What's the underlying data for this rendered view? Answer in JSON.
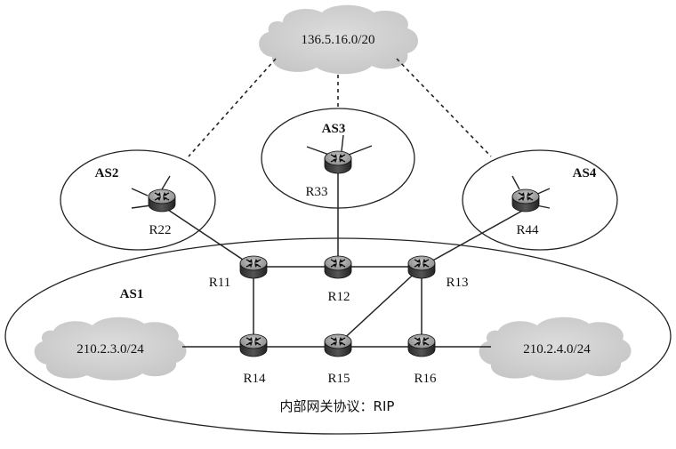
{
  "clouds": {
    "top": "136.5.16.0/20",
    "left": "210.2.3.0/24",
    "right": "210.2.4.0/24"
  },
  "autonomous_systems": {
    "as1": "AS1",
    "as2": "AS2",
    "as3": "AS3",
    "as4": "AS4"
  },
  "routers": {
    "r11": "R11",
    "r12": "R12",
    "r13": "R13",
    "r14": "R14",
    "r15": "R15",
    "r16": "R16",
    "r22": "R22",
    "r33": "R33",
    "r44": "R44"
  },
  "caption": "内部网关协议：RIP",
  "colors": {
    "cloud": "#d4d4d4",
    "router_top": "#9a9a9a",
    "router_body": "#3a3a3a",
    "line": "#222222"
  }
}
